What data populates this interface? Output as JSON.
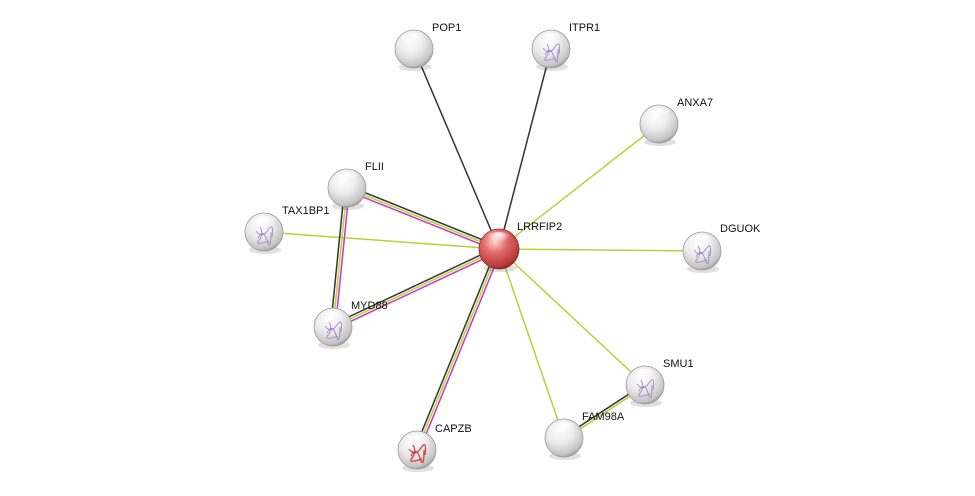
{
  "network": {
    "center_node": "LRRFIP2",
    "nodes": [
      {
        "id": "lrrfip2",
        "label": "LRRFIP2",
        "color": "#d9534f",
        "query": true
      },
      {
        "id": "pop1",
        "label": "POP1",
        "color": "#e6e6e6"
      },
      {
        "id": "itpr1",
        "label": "ITPR1",
        "color": "#e6e6e6",
        "structure": "violet"
      },
      {
        "id": "anxa7",
        "label": "ANXA7",
        "color": "#e6e6e6"
      },
      {
        "id": "dguok",
        "label": "DGUOK",
        "color": "#e6e6e6",
        "structure": "violet"
      },
      {
        "id": "fli1",
        "label": "FLII",
        "color": "#e6e6e6"
      },
      {
        "id": "tax1bp1",
        "label": "TAX1BP1",
        "color": "#e6e6e6",
        "structure": "violet"
      },
      {
        "id": "myd88",
        "label": "MYD88",
        "color": "#e6e6e6",
        "structure": "violet"
      },
      {
        "id": "capzb",
        "label": "CAPZB",
        "color": "#e6e6e6",
        "structure": "red"
      },
      {
        "id": "smu1",
        "label": "SMU1",
        "color": "#e6e6e6",
        "structure": "violet"
      },
      {
        "id": "fam98a",
        "label": "FAM98A",
        "color": "#e6e6e6"
      }
    ],
    "edges": [
      {
        "from": "lrrfip2",
        "to": "pop1",
        "types": [
          "coexpression"
        ]
      },
      {
        "from": "lrrfip2",
        "to": "itpr1",
        "types": [
          "coexpression"
        ]
      },
      {
        "from": "lrrfip2",
        "to": "anxa7",
        "types": [
          "textmining"
        ]
      },
      {
        "from": "lrrfip2",
        "to": "dguok",
        "types": [
          "textmining"
        ]
      },
      {
        "from": "lrrfip2",
        "to": "tax1bp1",
        "types": [
          "textmining"
        ]
      },
      {
        "from": "lrrfip2",
        "to": "fli1",
        "types": [
          "experimental",
          "textmining",
          "coexpression"
        ]
      },
      {
        "from": "lrrfip2",
        "to": "myd88",
        "types": [
          "experimental",
          "textmining",
          "coexpression"
        ]
      },
      {
        "from": "lrrfip2",
        "to": "capzb",
        "types": [
          "experimental",
          "textmining",
          "coexpression"
        ]
      },
      {
        "from": "lrrfip2",
        "to": "smu1",
        "types": [
          "textmining"
        ]
      },
      {
        "from": "lrrfip2",
        "to": "fam98a",
        "types": [
          "textmining"
        ]
      },
      {
        "from": "fli1",
        "to": "myd88",
        "types": [
          "experimental",
          "textmining",
          "coexpression"
        ]
      },
      {
        "from": "smu1",
        "to": "fam98a",
        "types": [
          "textmining",
          "coexpression"
        ]
      }
    ],
    "edge_colors": {
      "experimental": "#cc33cc",
      "textmining": "#b5d334",
      "coexpression": "#333333"
    }
  }
}
